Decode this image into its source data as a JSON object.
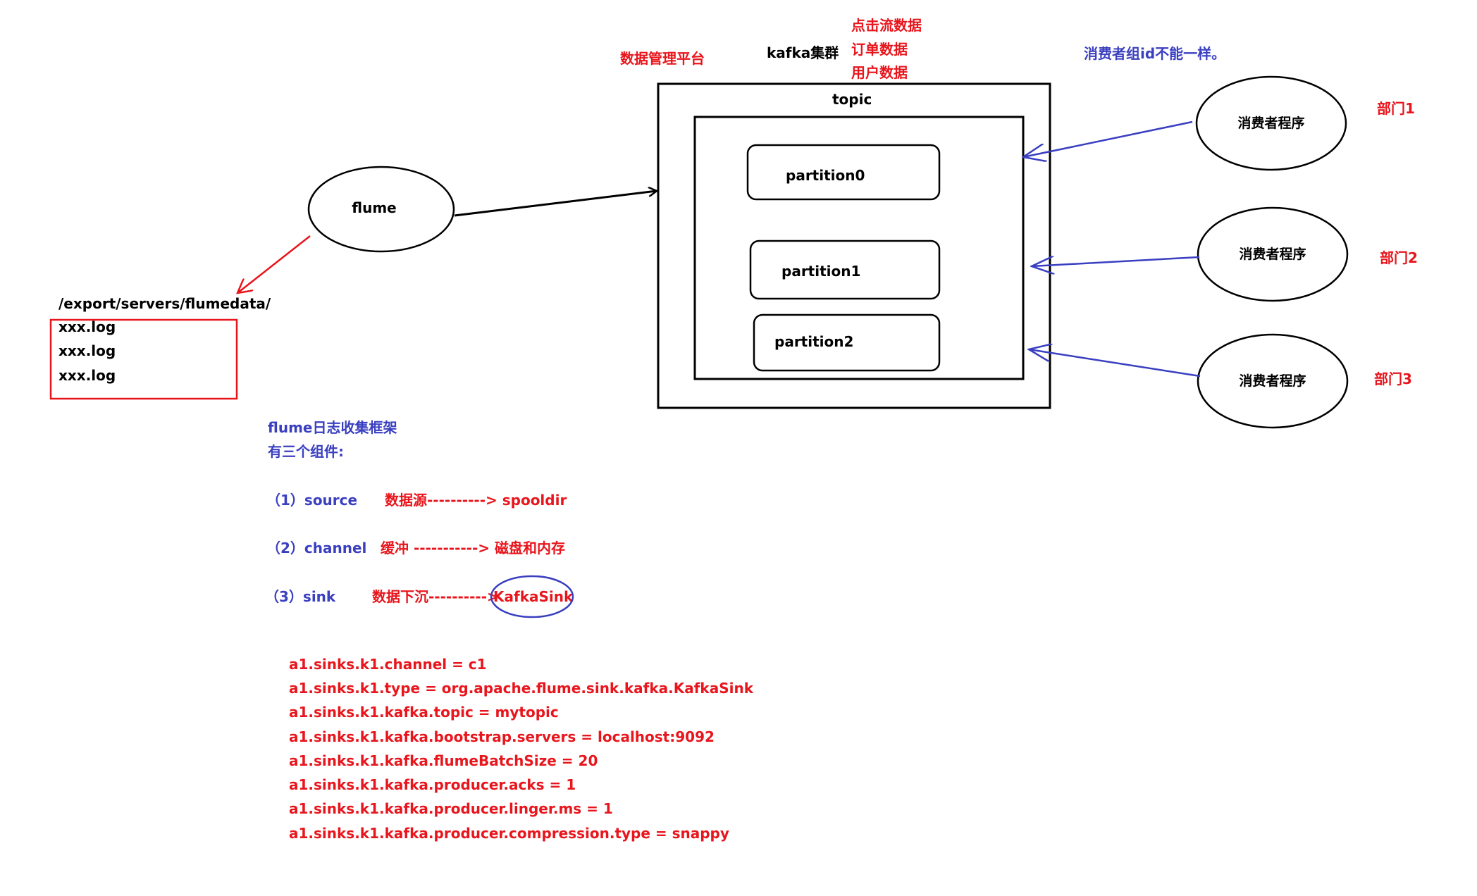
{
  "colors": {
    "black": "#000000",
    "red": "#e8151c",
    "blue": "#3a3fc0"
  },
  "platform_label": "数据管理平台",
  "kafka": {
    "cluster_label": "kafka集群",
    "data_types": [
      "点击流数据",
      "订单数据",
      "用户数据"
    ],
    "topic_label": "topic",
    "partitions": [
      "partition0",
      "partition1",
      "partition2"
    ]
  },
  "consumer_note": "消费者组id不能一样。",
  "consumers": [
    {
      "label": "消费者程序",
      "dept": "部门1"
    },
    {
      "label": "消费者程序",
      "dept": "部门2"
    },
    {
      "label": "消费者程序",
      "dept": "部门3"
    }
  ],
  "flume": {
    "label": "flume",
    "path": "/export/servers/flumedata/",
    "files": [
      "xxx.log",
      "xxx.log",
      "xxx.log"
    ]
  },
  "notes": {
    "title": "flume日志收集框架",
    "subtitle": "有三个组件:",
    "components": [
      {
        "name": "（1）source",
        "desc": "数据源----------> spooldir"
      },
      {
        "name": "（2）channel",
        "desc": "缓冲  -----------> 磁盘和内存"
      },
      {
        "name": "（3）sink",
        "desc": "数据下沉---------->",
        "target": "KafkaSink"
      }
    ]
  },
  "config_lines": [
    "a1.sinks.k1.channel = c1",
    "a1.sinks.k1.type = org.apache.flume.sink.kafka.KafkaSink",
    "a1.sinks.k1.kafka.topic = mytopic",
    "a1.sinks.k1.kafka.bootstrap.servers = localhost:9092",
    "a1.sinks.k1.kafka.flumeBatchSize = 20",
    "a1.sinks.k1.kafka.producer.acks = 1",
    "a1.sinks.k1.kafka.producer.linger.ms = 1",
    "a1.sinks.k1.kafka.producer.compression.type = snappy"
  ]
}
